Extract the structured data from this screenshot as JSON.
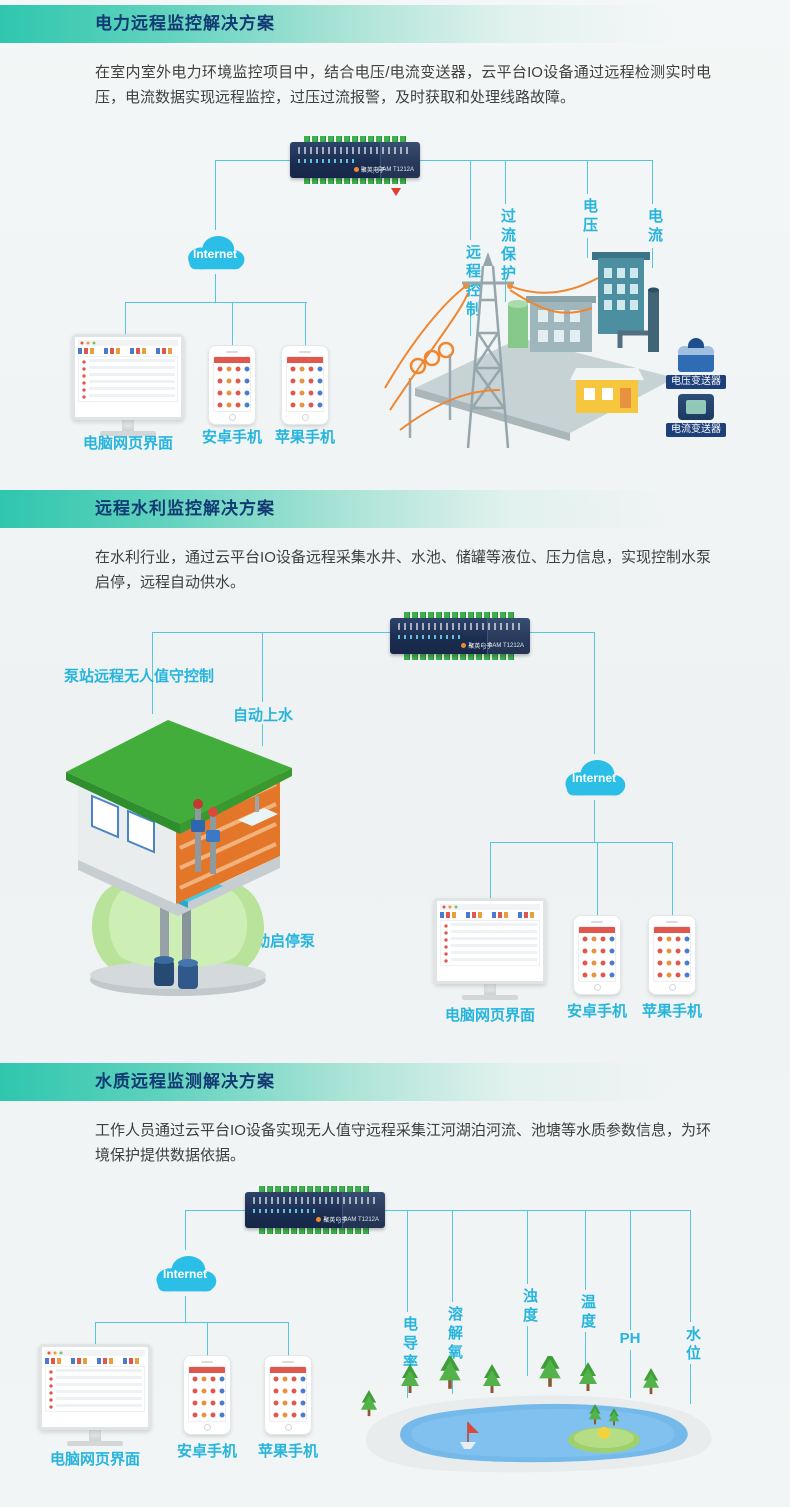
{
  "colors": {
    "accent_cyan": "#27b5de",
    "header_title_navy": "#123a73",
    "header_gradient_teal": "#2fc6ae",
    "line_cyan": "#55c6db",
    "body_text": "#3f3f3f"
  },
  "device": {
    "brand": "聚英电子",
    "model": "DAM T1212A"
  },
  "sections": [
    {
      "title": "电力远程监控解决方案",
      "description": "在室内室外电力环境监控项目中，结合电压/电流变送器，云平台IO设备通过远程检测实时电压，电流数据实现远程监控，过压过流报警，及时获取和处理线路故障。",
      "cloud_label": "Internet",
      "terminals": {
        "pc": "电脑网页界面",
        "android": "安卓手机",
        "iphone": "苹果手机"
      },
      "vertical_labels": [
        "远程控制",
        "过流保护",
        "电压",
        "电流"
      ],
      "transmitter_labels": [
        "电压变送器",
        "电流变送器"
      ]
    },
    {
      "title": "远程水利监控解决方案",
      "description": "在水利行业，通过云平台IO设备远程采集水井、水池、储罐等液位、压力信息，实现控制水泵启停，远程自动供水。",
      "cloud_label": "Internet",
      "terminals": {
        "pc": "电脑网页界面",
        "android": "安卓手机",
        "iphone": "苹果手机"
      },
      "callouts": [
        "泵站远程无人值守控制",
        "自动上水",
        "自动启停泵"
      ]
    },
    {
      "title": "水质远程监测解决方案",
      "description": "工作人员通过云平台IO设备实现无人值守远程采集江河湖泊河流、池塘等水质参数信息，为环境保护提供数据依据。",
      "cloud_label": "Internet",
      "terminals": {
        "pc": "电脑网页界面",
        "android": "安卓手机",
        "iphone": "苹果手机"
      },
      "sensor_labels": [
        "电导率",
        "溶解氧",
        "浊度",
        "温度",
        "PH",
        "水位"
      ]
    }
  ]
}
